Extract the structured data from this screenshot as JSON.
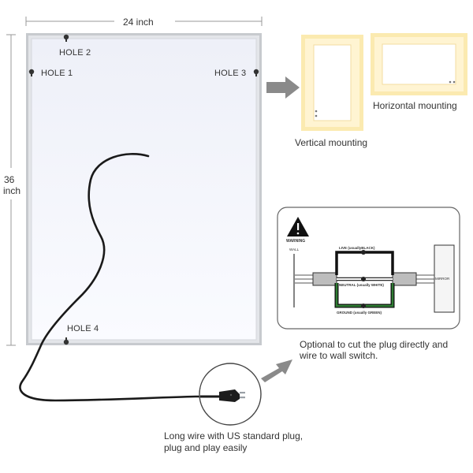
{
  "dimensions": {
    "width_label": "24 inch",
    "height_value": "36",
    "height_unit": "inch"
  },
  "holes": {
    "hole1": "HOLE 1",
    "hole2": "HOLE 2",
    "hole3": "HOLE 3",
    "hole4": "HOLE 4"
  },
  "mounting": {
    "vertical_label": "Vertical mounting",
    "horizontal_label": "Horizontal mounting"
  },
  "wiring_diagram": {
    "warning_label": "WARNING",
    "wall_label": "WALL",
    "mirror_label": "MIRROR",
    "live_label": "LIVE (usuallyBLACK)",
    "neutral_label": "NEUTRAL (usually WHITE)",
    "ground_label": "GROUND (usually GREEN)"
  },
  "captions": {
    "wire_switch_line1": "Optional to cut the plug directly and",
    "wire_switch_line2": "wire to wall switch.",
    "plug_line1": "Long wire with US standard plug,",
    "plug_line2": "plug and play easily"
  },
  "colors": {
    "mirror_frame": "#c9ccd0",
    "mirror_surface": "#f4f5fb",
    "led_glow": "#fdf3cf",
    "arrow": "#8a8a8a",
    "ground_wire": "#2e7d32"
  }
}
